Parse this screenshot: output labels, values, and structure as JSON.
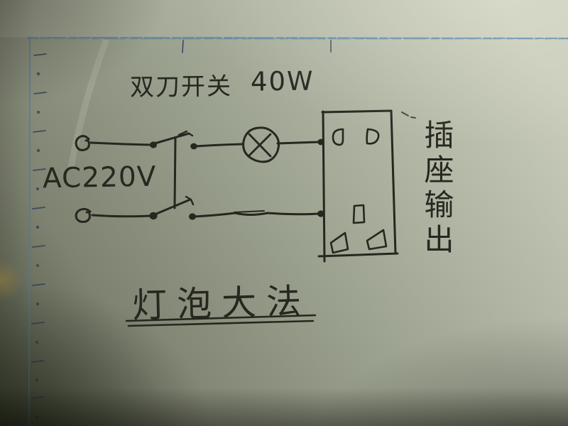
{
  "labels": {
    "switch": "双刀开关",
    "power": "40W",
    "source": "AC220V",
    "output": "插座输出",
    "title": "灯泡大法"
  },
  "colors": {
    "ink": "#26271f",
    "blue": "#4a7da6",
    "pencil": "#31415a",
    "paper_bright": "#c9ccba",
    "paper_mid": "#9aa08e",
    "paper_dark": "#474c3b"
  },
  "diagram": {
    "components": [
      {
        "id": "ac-source",
        "label": "AC220V"
      },
      {
        "id": "double-pole-switch",
        "label": "双刀开关"
      },
      {
        "id": "lamp",
        "label": "40W"
      },
      {
        "id": "socket-outlet",
        "label": "插座输出"
      }
    ]
  }
}
